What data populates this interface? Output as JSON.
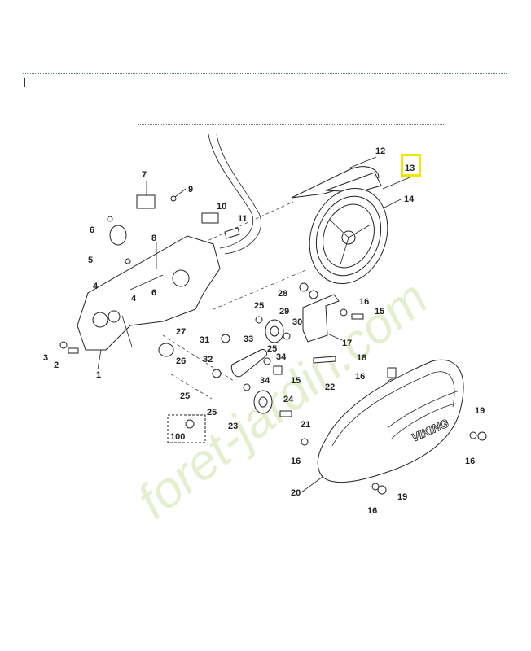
{
  "diagram": {
    "watermark": "foret-jardin.com",
    "brand_on_cover": "VIKING",
    "highlighted_part": "13",
    "callouts": [
      "1",
      "2",
      "3",
      "4",
      "4",
      "5",
      "6",
      "6",
      "7",
      "8",
      "9",
      "10",
      "11",
      "12",
      "13",
      "14",
      "15",
      "15",
      "16",
      "16",
      "16",
      "16",
      "16",
      "17",
      "18",
      "19",
      "19",
      "20",
      "21",
      "22",
      "23",
      "24",
      "25",
      "25",
      "25",
      "25",
      "26",
      "27",
      "28",
      "29",
      "30",
      "31",
      "32",
      "33",
      "34",
      "34",
      "100"
    ]
  }
}
